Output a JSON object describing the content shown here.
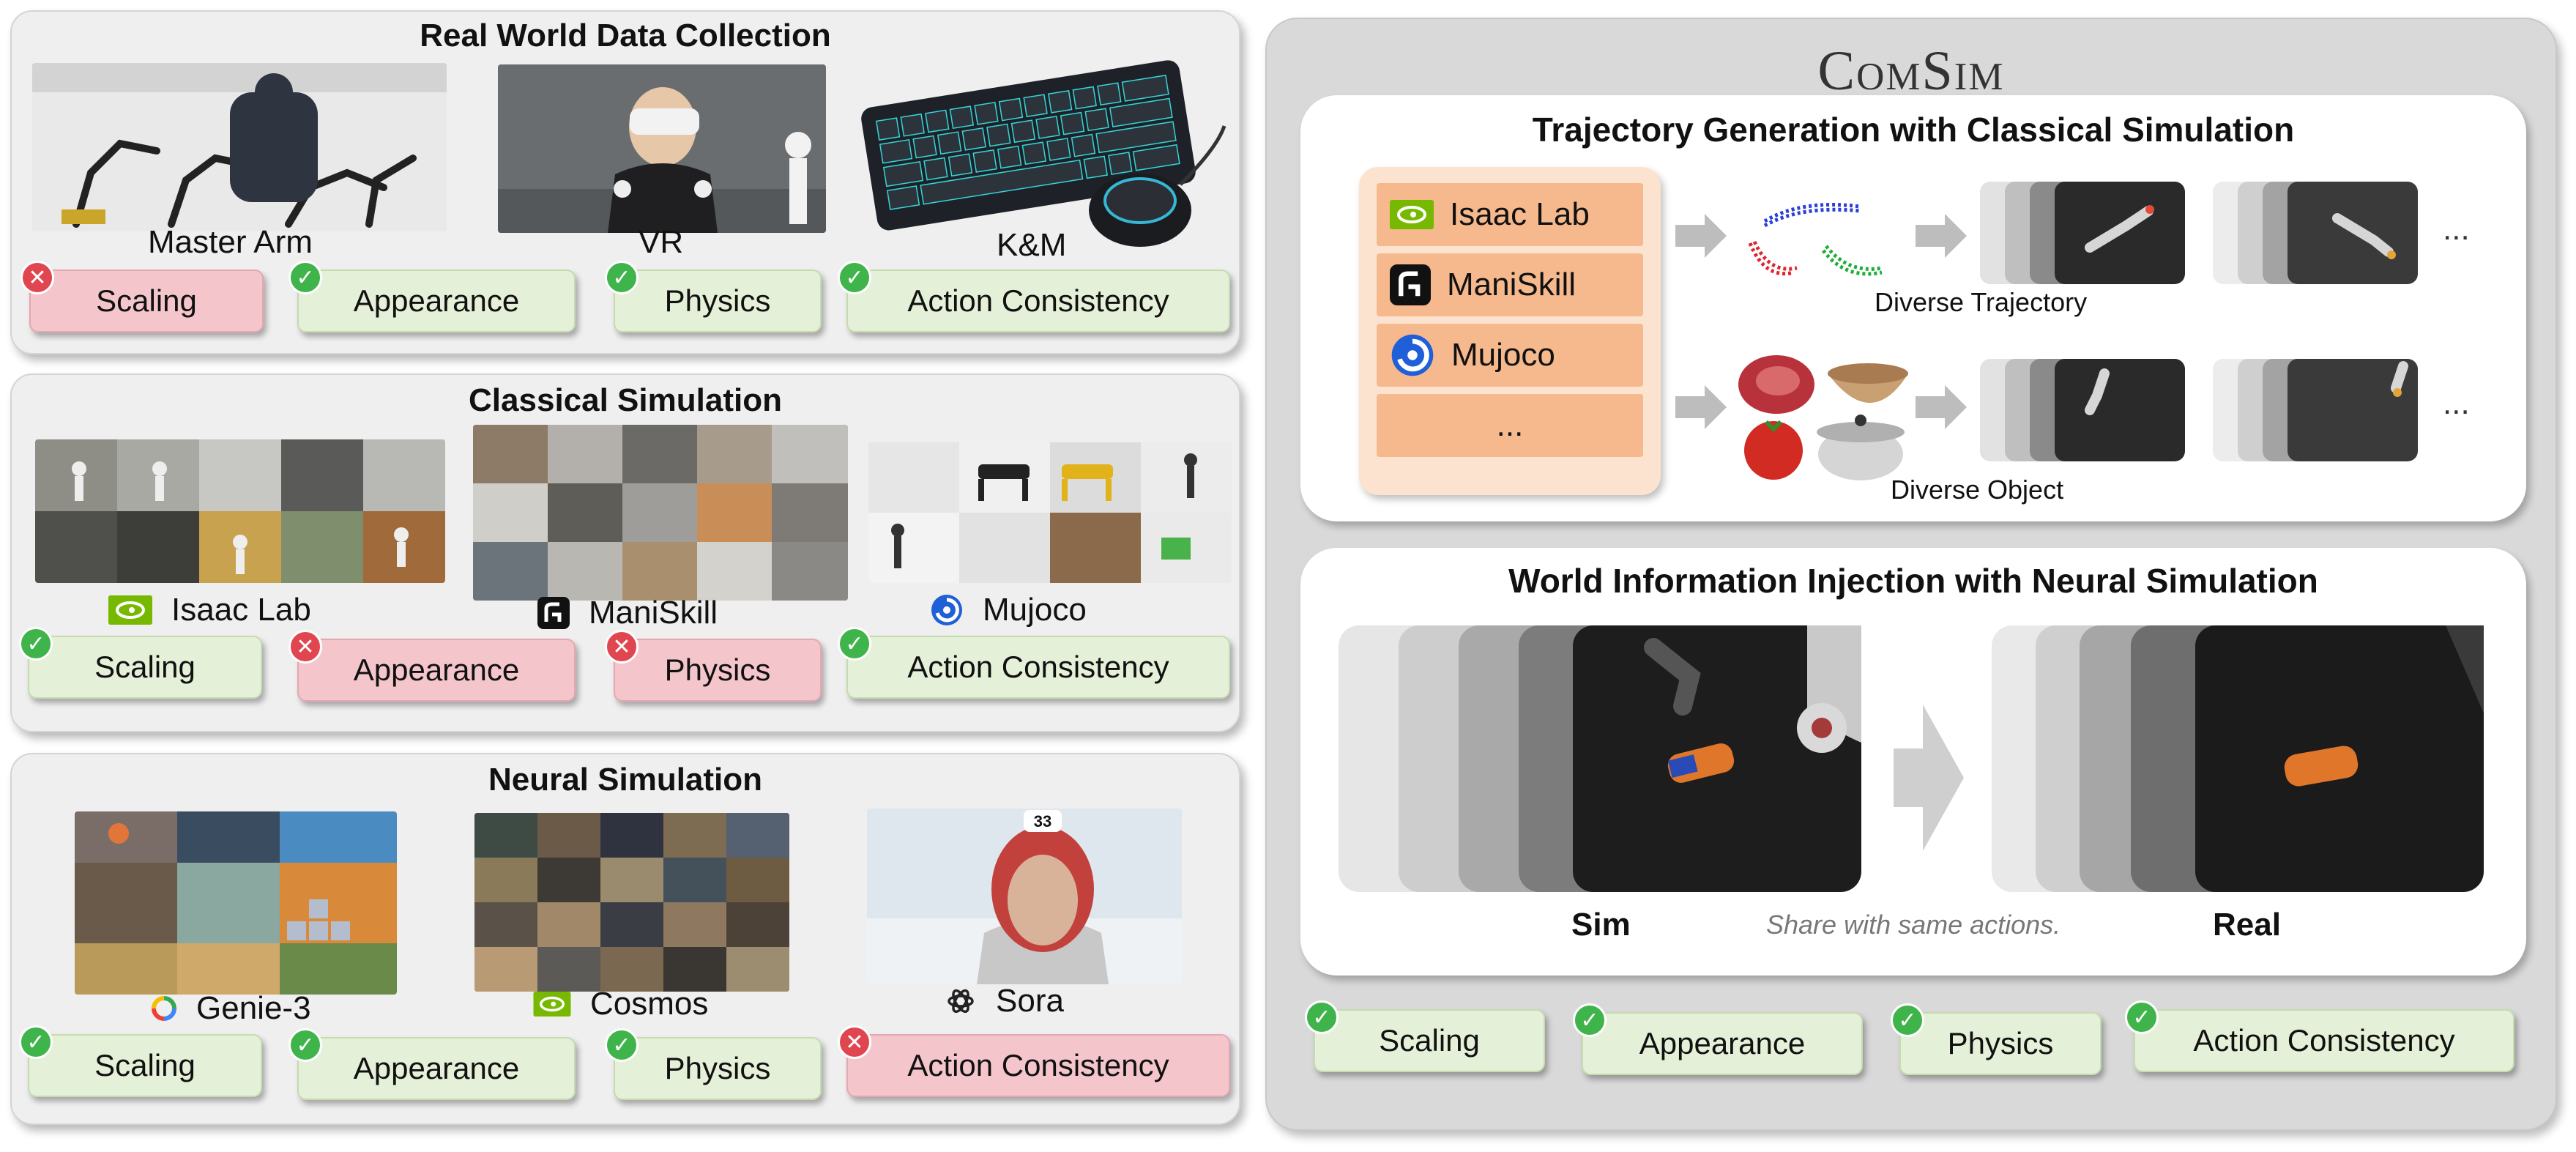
{
  "panels": {
    "real": {
      "title": "Real World Data Collection",
      "captions": [
        "Master Arm",
        "VR",
        "K&M"
      ],
      "chips": [
        {
          "label": "Scaling",
          "status": "bad"
        },
        {
          "label": "Appearance",
          "status": "ok"
        },
        {
          "label": "Physics",
          "status": "ok"
        },
        {
          "label": "Action Consistency",
          "status": "ok"
        }
      ]
    },
    "classical": {
      "title": "Classical Simulation",
      "brands": [
        "Isaac Lab",
        "ManiSkill",
        "Mujoco"
      ],
      "chips": [
        {
          "label": "Scaling",
          "status": "ok"
        },
        {
          "label": "Appearance",
          "status": "bad"
        },
        {
          "label": "Physics",
          "status": "bad"
        },
        {
          "label": "Action Consistency",
          "status": "ok"
        }
      ]
    },
    "neural": {
      "title": "Neural Simulation",
      "brands": [
        "Genie-3",
        "Cosmos",
        "Sora"
      ],
      "chips": [
        {
          "label": "Scaling",
          "status": "ok"
        },
        {
          "label": "Appearance",
          "status": "ok"
        },
        {
          "label": "Physics",
          "status": "ok"
        },
        {
          "label": "Action Consistency",
          "status": "bad"
        }
      ]
    }
  },
  "comsim": {
    "title": "ComSim",
    "trajectory": {
      "title": "Trajectory Generation with Classical Simulation",
      "simulators": [
        "Isaac Lab",
        "ManiSkill",
        "Mujoco",
        "..."
      ],
      "diverse_trajectory": "Diverse Trajectory",
      "diverse_object": "Diverse Object",
      "ellipsis": "..."
    },
    "injection": {
      "title": "World Information Injection with Neural Simulation",
      "sim_label": "Sim",
      "real_label": "Real",
      "note": "Share with same actions."
    },
    "chips": [
      {
        "label": "Scaling",
        "status": "ok"
      },
      {
        "label": "Appearance",
        "status": "ok"
      },
      {
        "label": "Physics",
        "status": "ok"
      },
      {
        "label": "Action Consistency",
        "status": "ok"
      }
    ]
  },
  "colors": {
    "ok_bg": "#e5f0d8",
    "bad_bg": "#f4c6cc",
    "ok_badge": "#3fb44a",
    "bad_badge": "#e0464f",
    "sim_list_bg": "#fbe3cf",
    "sim_row_bg": "#f5b98d",
    "nvidia_green": "#76b900"
  },
  "icons": {
    "ok": "check-icon",
    "bad": "cross-icon"
  }
}
